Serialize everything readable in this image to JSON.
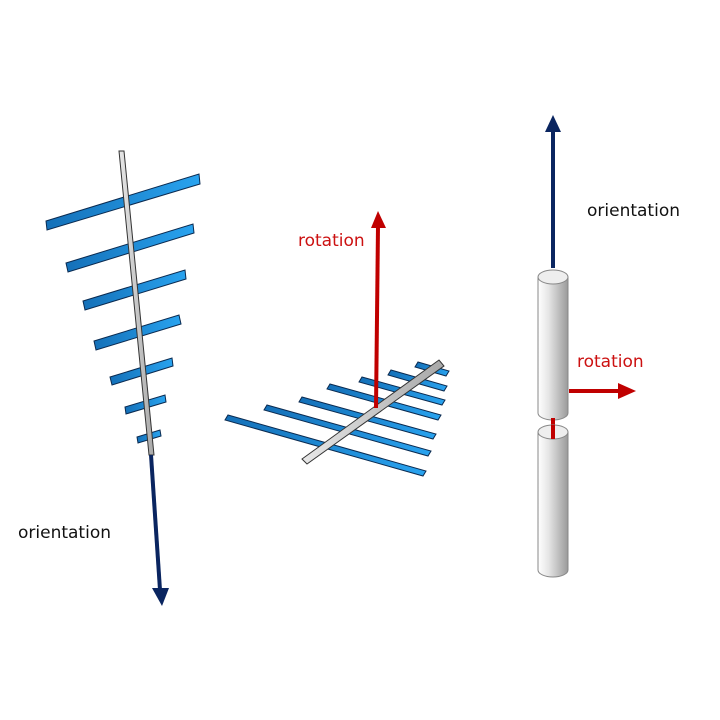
{
  "colors": {
    "orientation_arrow": "#0a2560",
    "rotation_arrow": "#c00000",
    "element_fill": "#1a8ad8",
    "element_stroke": "#0a2a50",
    "boom_fill": "#c8c8c8",
    "cylinder_fill": "#d8d8d8",
    "label_text": "#111111",
    "rotation_text": "#cc1111"
  },
  "diagrams": {
    "yagi_vertical": {
      "orientation_label": "orientation"
    },
    "yagi_flat": {
      "rotation_label": "rotation"
    },
    "dipole": {
      "orientation_label": "orientation",
      "rotation_label": "rotation"
    }
  }
}
